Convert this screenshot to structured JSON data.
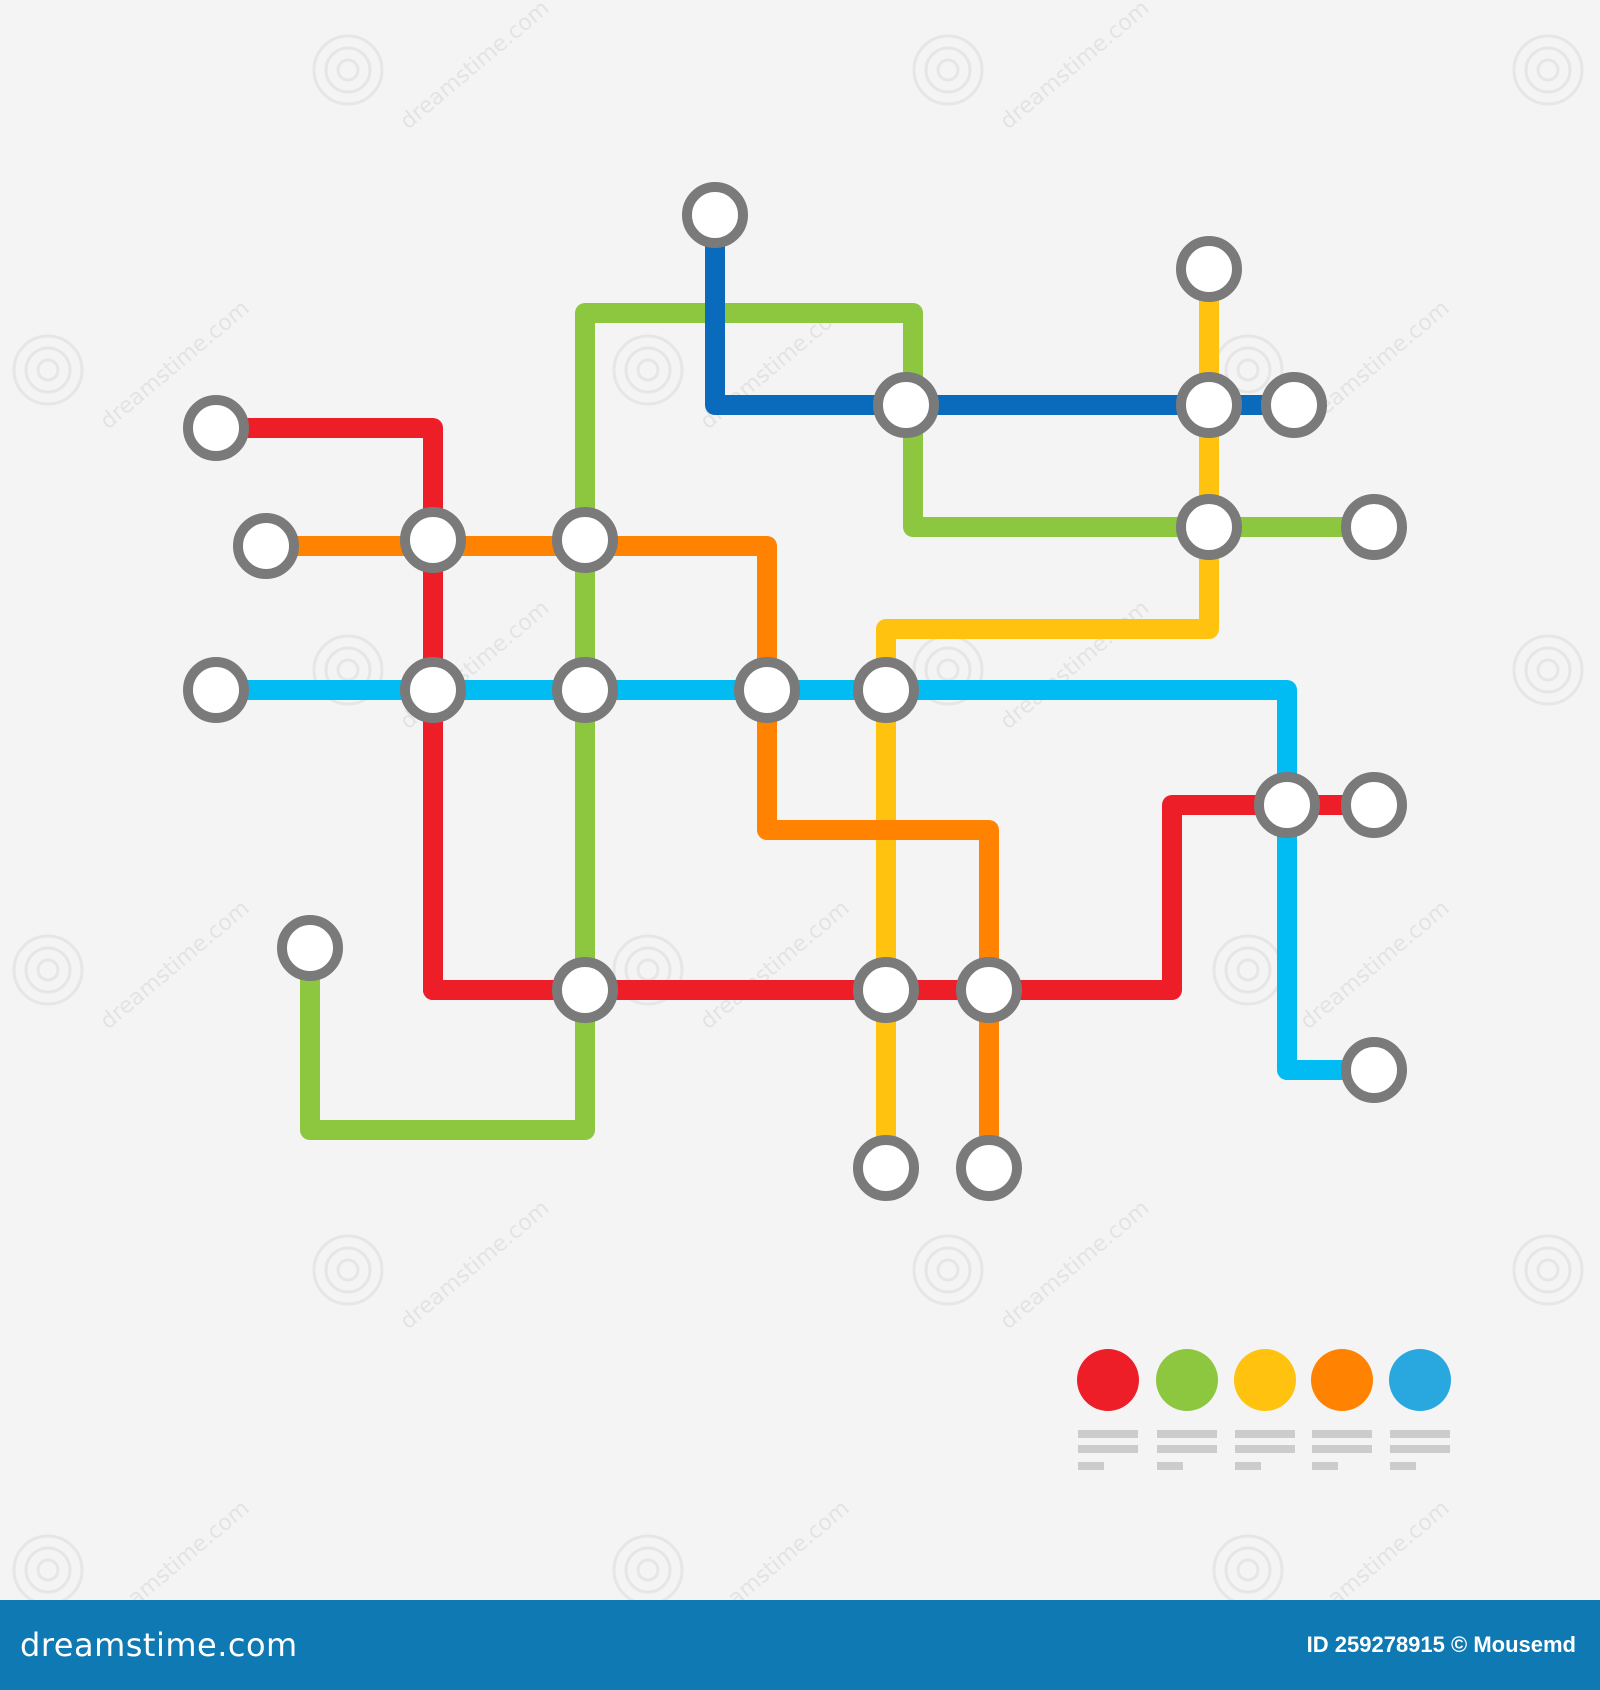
{
  "map": {
    "lines": [
      {
        "id": "red",
        "color": "#ee1e28"
      },
      {
        "id": "green",
        "color": "#8dc63f"
      },
      {
        "id": "yellow",
        "color": "#ffc20e"
      },
      {
        "id": "orange",
        "color": "#ff8200"
      },
      {
        "id": "light-blue",
        "color": "#00bcf2"
      },
      {
        "id": "dark-blue",
        "color": "#0a6bbc"
      }
    ],
    "station_outline_color": "#7a7a7a",
    "station_fill_color": "#ffffff"
  },
  "legend": {
    "swatches": [
      {
        "name": "red",
        "color": "#ee1e28"
      },
      {
        "name": "green",
        "color": "#8dc63f"
      },
      {
        "name": "yellow",
        "color": "#ffc20e"
      },
      {
        "name": "orange",
        "color": "#ff8200"
      },
      {
        "name": "blue",
        "color": "#29a8e0"
      }
    ],
    "placeholder_text_color": "#cccccc"
  },
  "watermark": {
    "text": "dreamstime.com"
  },
  "footer": {
    "logo_text": "dreamstime.com",
    "id_text": "ID 259278915 © Mousemd",
    "background_color": "#0f79b4"
  }
}
